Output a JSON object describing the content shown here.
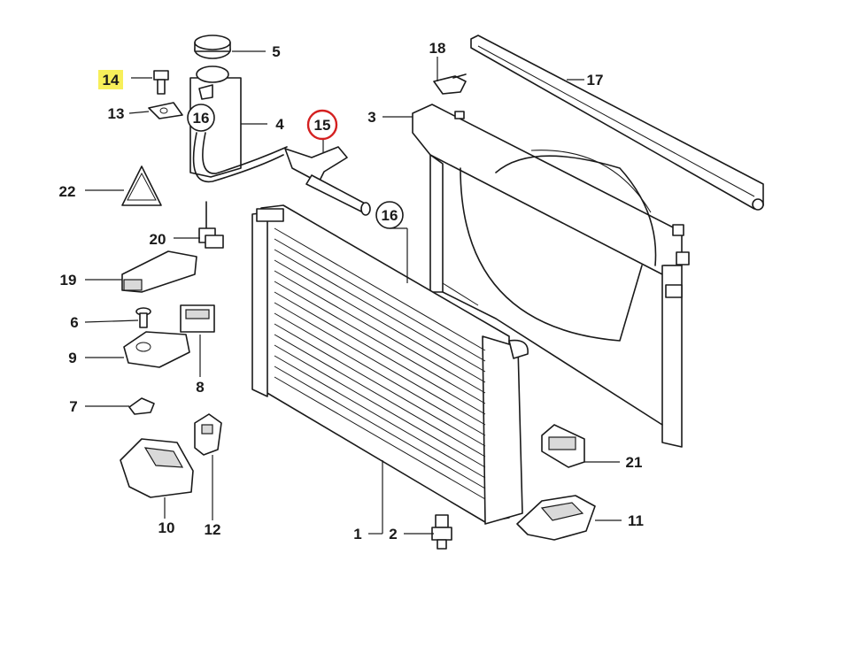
{
  "parts": [
    {
      "id": "p1",
      "label": "1"
    },
    {
      "id": "p2",
      "label": "2"
    },
    {
      "id": "p3",
      "label": "3"
    },
    {
      "id": "p4",
      "label": "4"
    },
    {
      "id": "p5",
      "label": "5"
    },
    {
      "id": "p6",
      "label": "6"
    },
    {
      "id": "p7",
      "label": "7"
    },
    {
      "id": "p8",
      "label": "8"
    },
    {
      "id": "p9",
      "label": "9"
    },
    {
      "id": "p10",
      "label": "10"
    },
    {
      "id": "p11",
      "label": "11"
    },
    {
      "id": "p12",
      "label": "12"
    },
    {
      "id": "p13",
      "label": "13"
    },
    {
      "id": "p14",
      "label": "14"
    },
    {
      "id": "p15",
      "label": "15"
    },
    {
      "id": "p16a",
      "label": "16"
    },
    {
      "id": "p16b",
      "label": "16"
    },
    {
      "id": "p17",
      "label": "17"
    },
    {
      "id": "p18",
      "label": "18"
    },
    {
      "id": "p19",
      "label": "19"
    },
    {
      "id": "p20",
      "label": "20"
    },
    {
      "id": "p21",
      "label": "21"
    },
    {
      "id": "p22",
      "label": "22"
    }
  ],
  "highlight": {
    "color": "#f7ef5a"
  },
  "selected": {
    "color": "#d42020"
  }
}
